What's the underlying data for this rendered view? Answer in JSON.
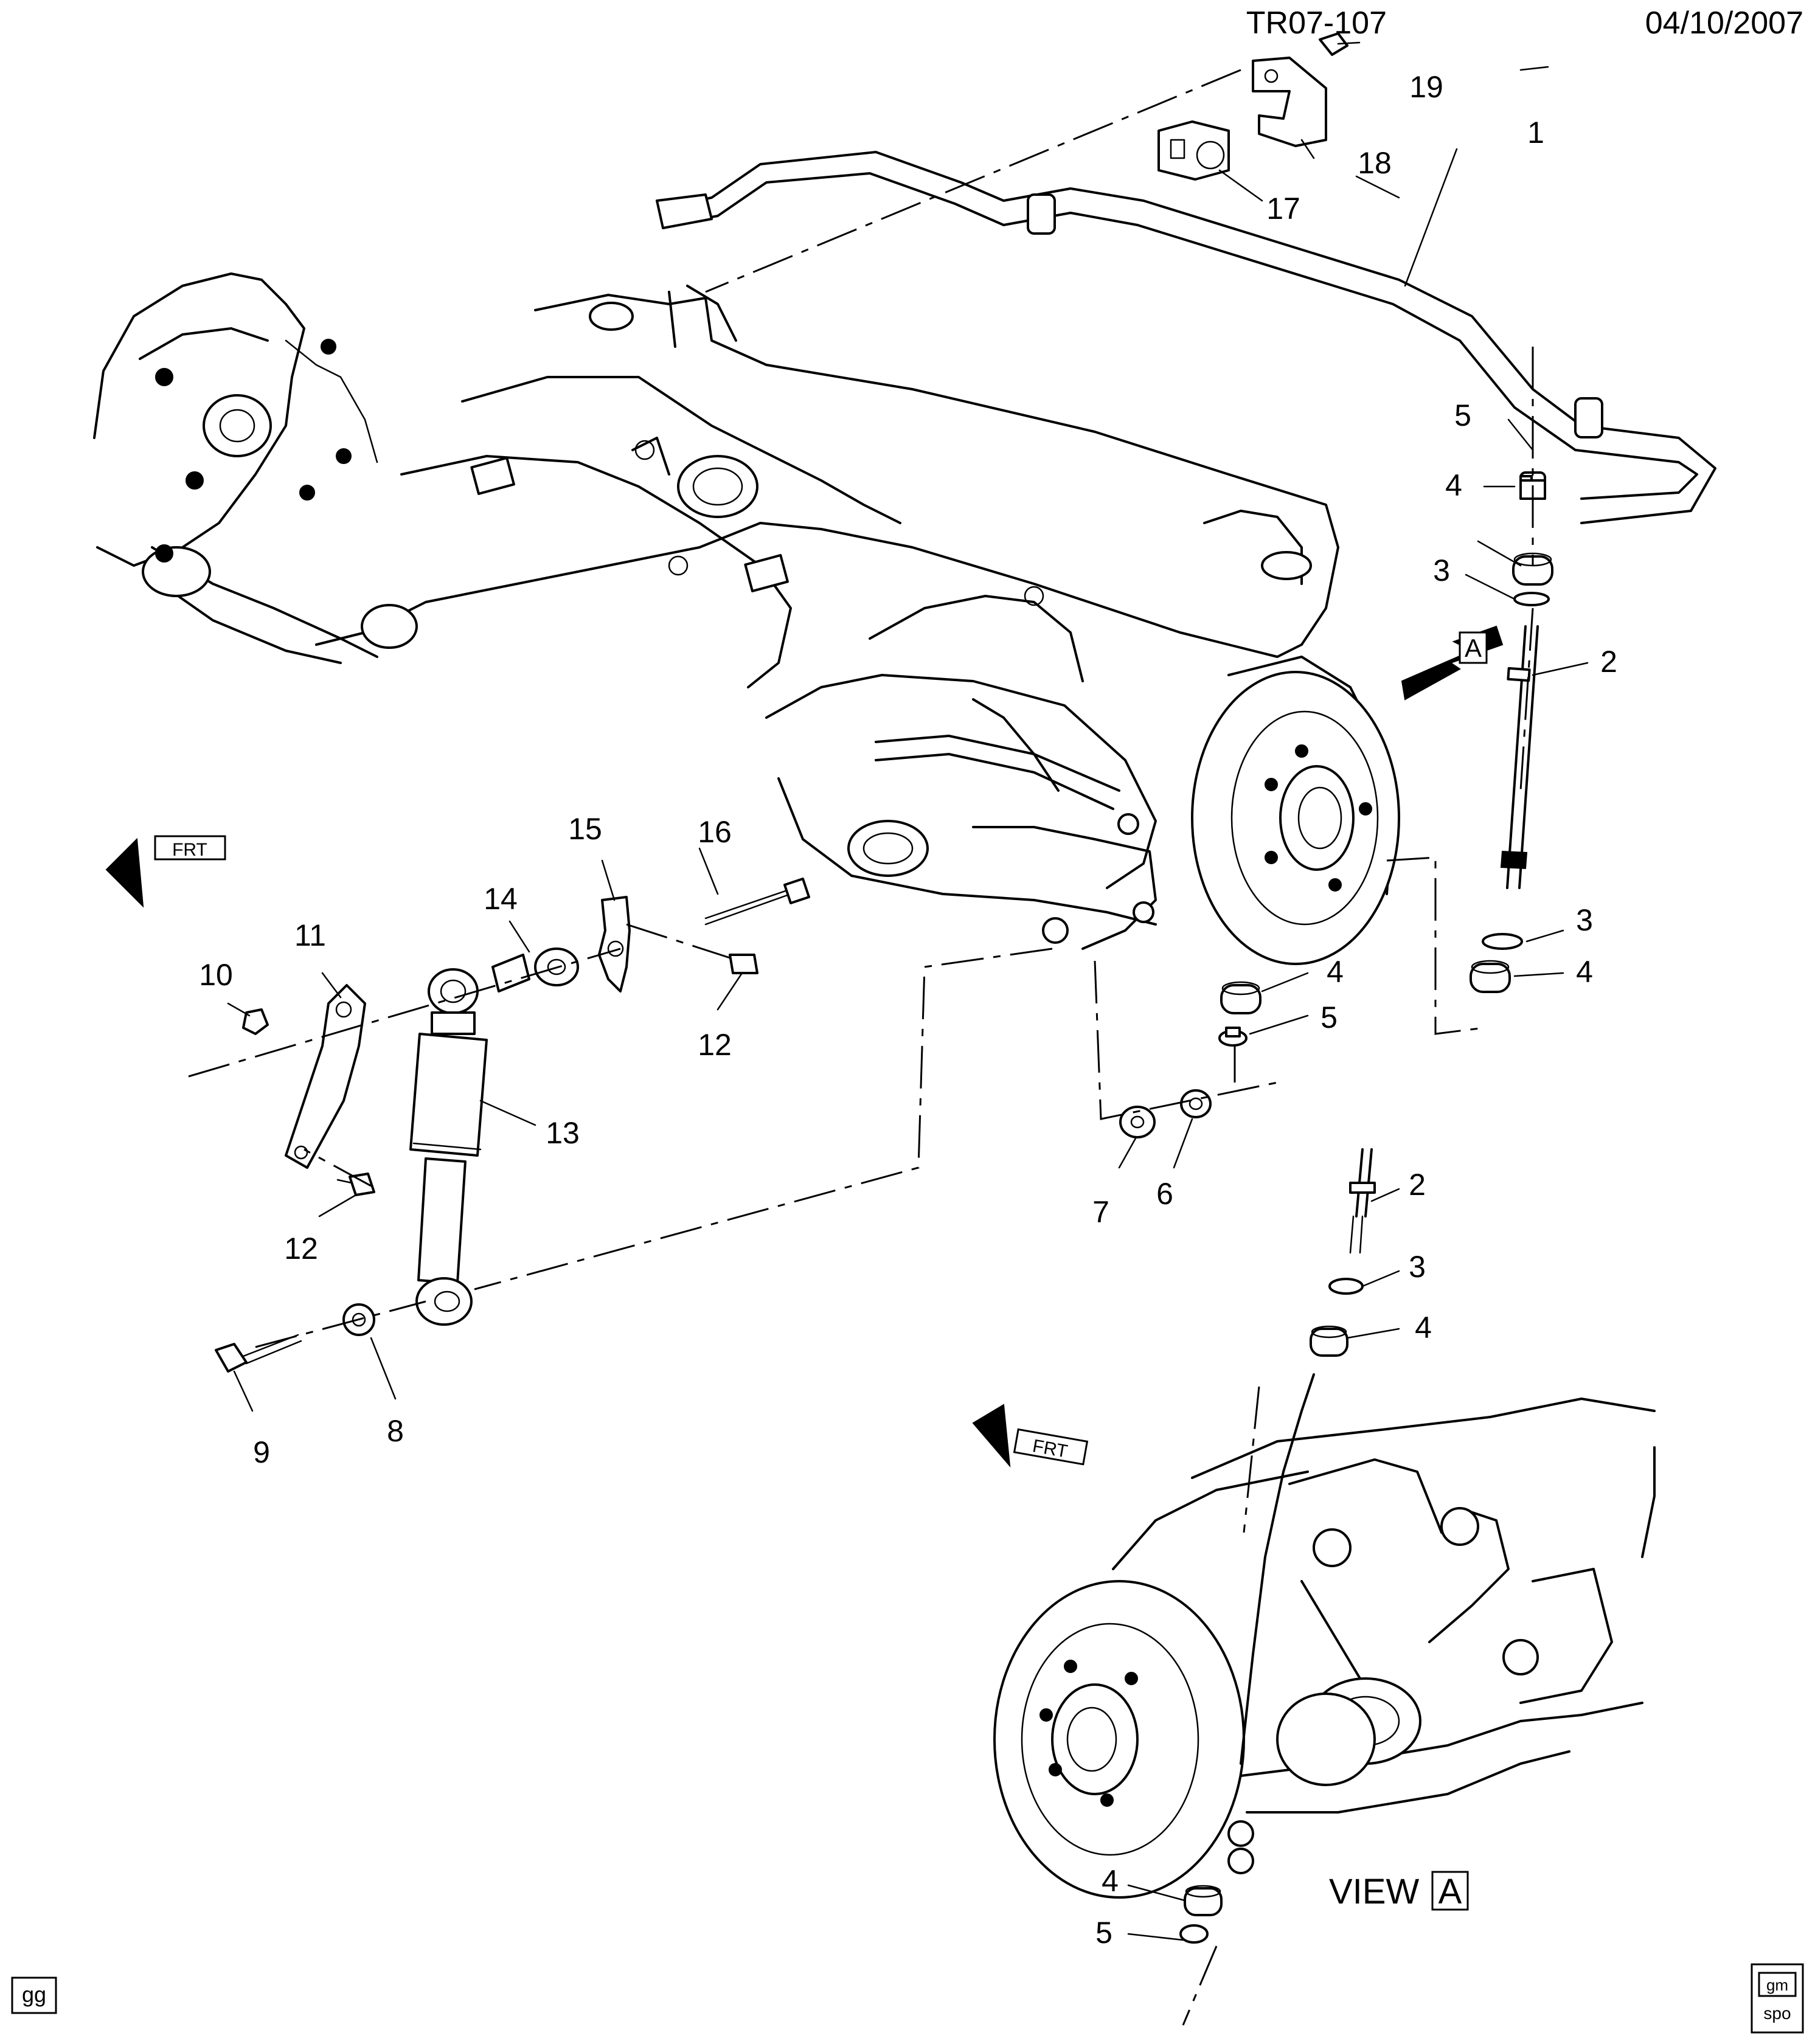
{
  "header": {
    "drawing_id": "TR07-107",
    "date": "04/10/2007"
  },
  "footer": {
    "corner_code": "gg",
    "logo_text_top": "gm",
    "logo_text_bottom": "spo"
  },
  "view": {
    "label": "VIEW",
    "letter": "A"
  },
  "direction_markers": {
    "view_arrow_letter": "A",
    "front_arrow_text": "FRT"
  },
  "callouts": {
    "c1": "1",
    "c2a": "2",
    "c2b": "2",
    "c3a": "3",
    "c3b": "3",
    "c3c": "3",
    "c4a": "4",
    "c4b": "4",
    "c4c": "4",
    "c4d": "4",
    "c4e": "4",
    "c5a": "5",
    "c5b": "5",
    "c5c": "5",
    "c6": "6",
    "c7": "7",
    "c8": "8",
    "c9": "9",
    "c10": "10",
    "c11": "11",
    "c12a": "12",
    "c12b": "12",
    "c13": "13",
    "c14": "14",
    "c15": "15",
    "c16": "16",
    "c17": "17",
    "c18": "18",
    "c19": "19"
  }
}
